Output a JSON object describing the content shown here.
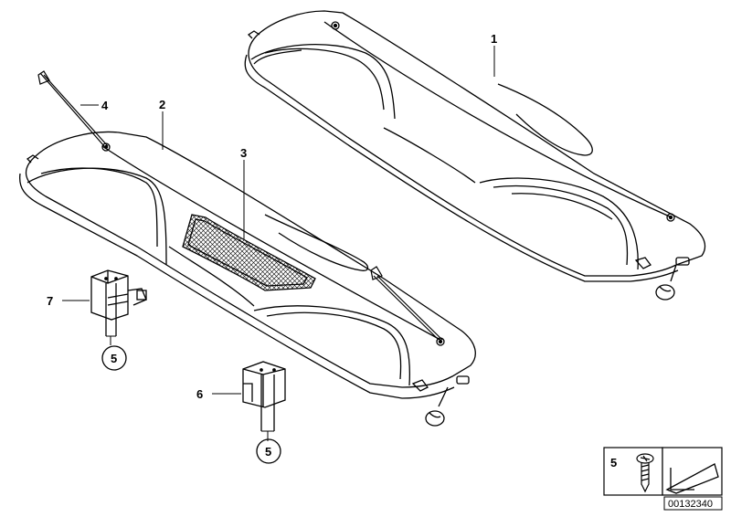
{
  "diagram": {
    "callouts": {
      "part1": "1",
      "part2": "2",
      "part3": "3",
      "part4": "4",
      "part5a": "5",
      "part5b": "5",
      "part6": "6",
      "part7": "7"
    },
    "legend": {
      "item_number": "5"
    },
    "reference_code": "00132340"
  }
}
